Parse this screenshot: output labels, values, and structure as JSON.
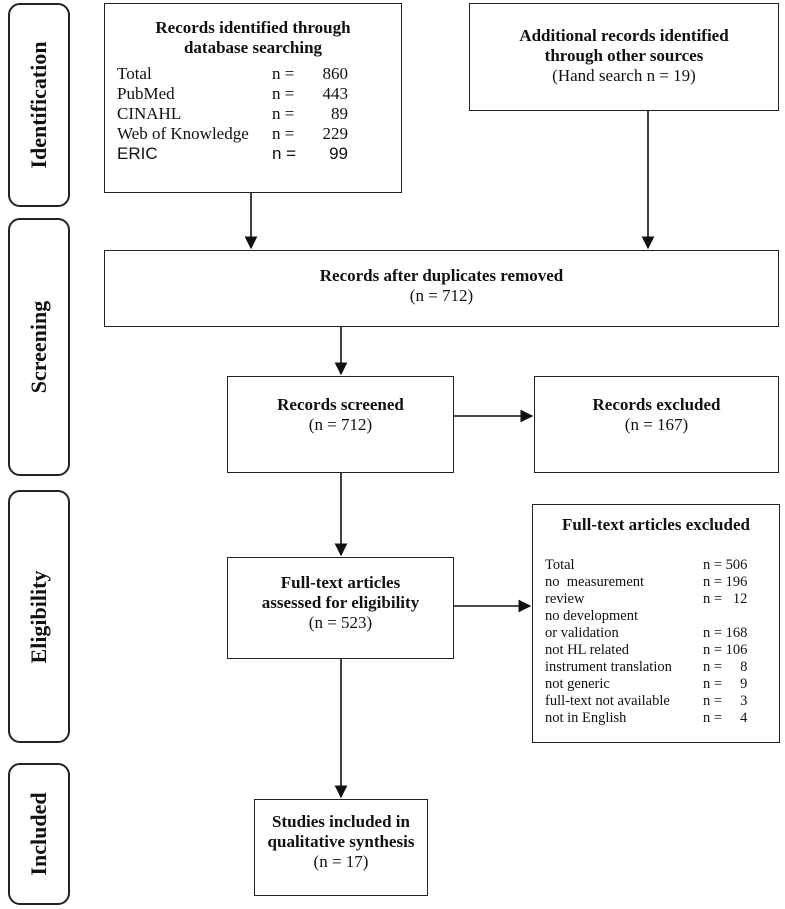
{
  "stages": {
    "identification": "Identification",
    "screening": "Screening",
    "eligibility": "Eligibility",
    "included": "Included"
  },
  "database_search": {
    "title_line1": "Records identified through",
    "title_line2": "database searching",
    "rows": [
      {
        "label": "Total",
        "n": "n =",
        "value": "860"
      },
      {
        "label": "PubMed",
        "n": "n =",
        "value": "443"
      },
      {
        "label": "CINAHL",
        "n": "n =",
        "value": "89"
      },
      {
        "label": "Web of Knowledge",
        "n": "n =",
        "value": "229"
      },
      {
        "label": "ERIC",
        "n": "n =",
        "value": "99"
      }
    ]
  },
  "other_sources": {
    "title_line1": "Additional records identified",
    "title_line2": "through other sources",
    "detail": "(Hand search n = 19)"
  },
  "duplicates_removed": {
    "title": "Records after duplicates removed",
    "count": "(n = 712)"
  },
  "screened": {
    "title": "Records screened",
    "count": "(n = 712)"
  },
  "excluded": {
    "title": "Records excluded",
    "count": "(n = 167)"
  },
  "fulltext_assessed": {
    "title_line1": "Full-text articles",
    "title_line2": "assessed for eligibility",
    "count": "(n = 523)"
  },
  "fulltext_excluded": {
    "title": "Full-text articles excluded",
    "rows": [
      {
        "label": "Total",
        "value": "n = 506"
      },
      {
        "label": "no  measurement",
        "value": "n = 196"
      },
      {
        "label": "review",
        "value": "n =   12"
      },
      {
        "label": "no development",
        "value": ""
      },
      {
        "label": "or validation",
        "value": "n = 168"
      },
      {
        "label": "not HL related",
        "value": "n = 106"
      },
      {
        "label": "instrument translation",
        "value": "n =     8"
      },
      {
        "label": "not generic",
        "value": "n =     9"
      },
      {
        "label": "full-text not available",
        "value": "n =     3"
      },
      {
        "label": "not in English",
        "value": "n =     4"
      }
    ]
  },
  "included_studies": {
    "title_line1": "Studies included in",
    "title_line2": "qualitative synthesis",
    "count": "(n = 17)"
  }
}
